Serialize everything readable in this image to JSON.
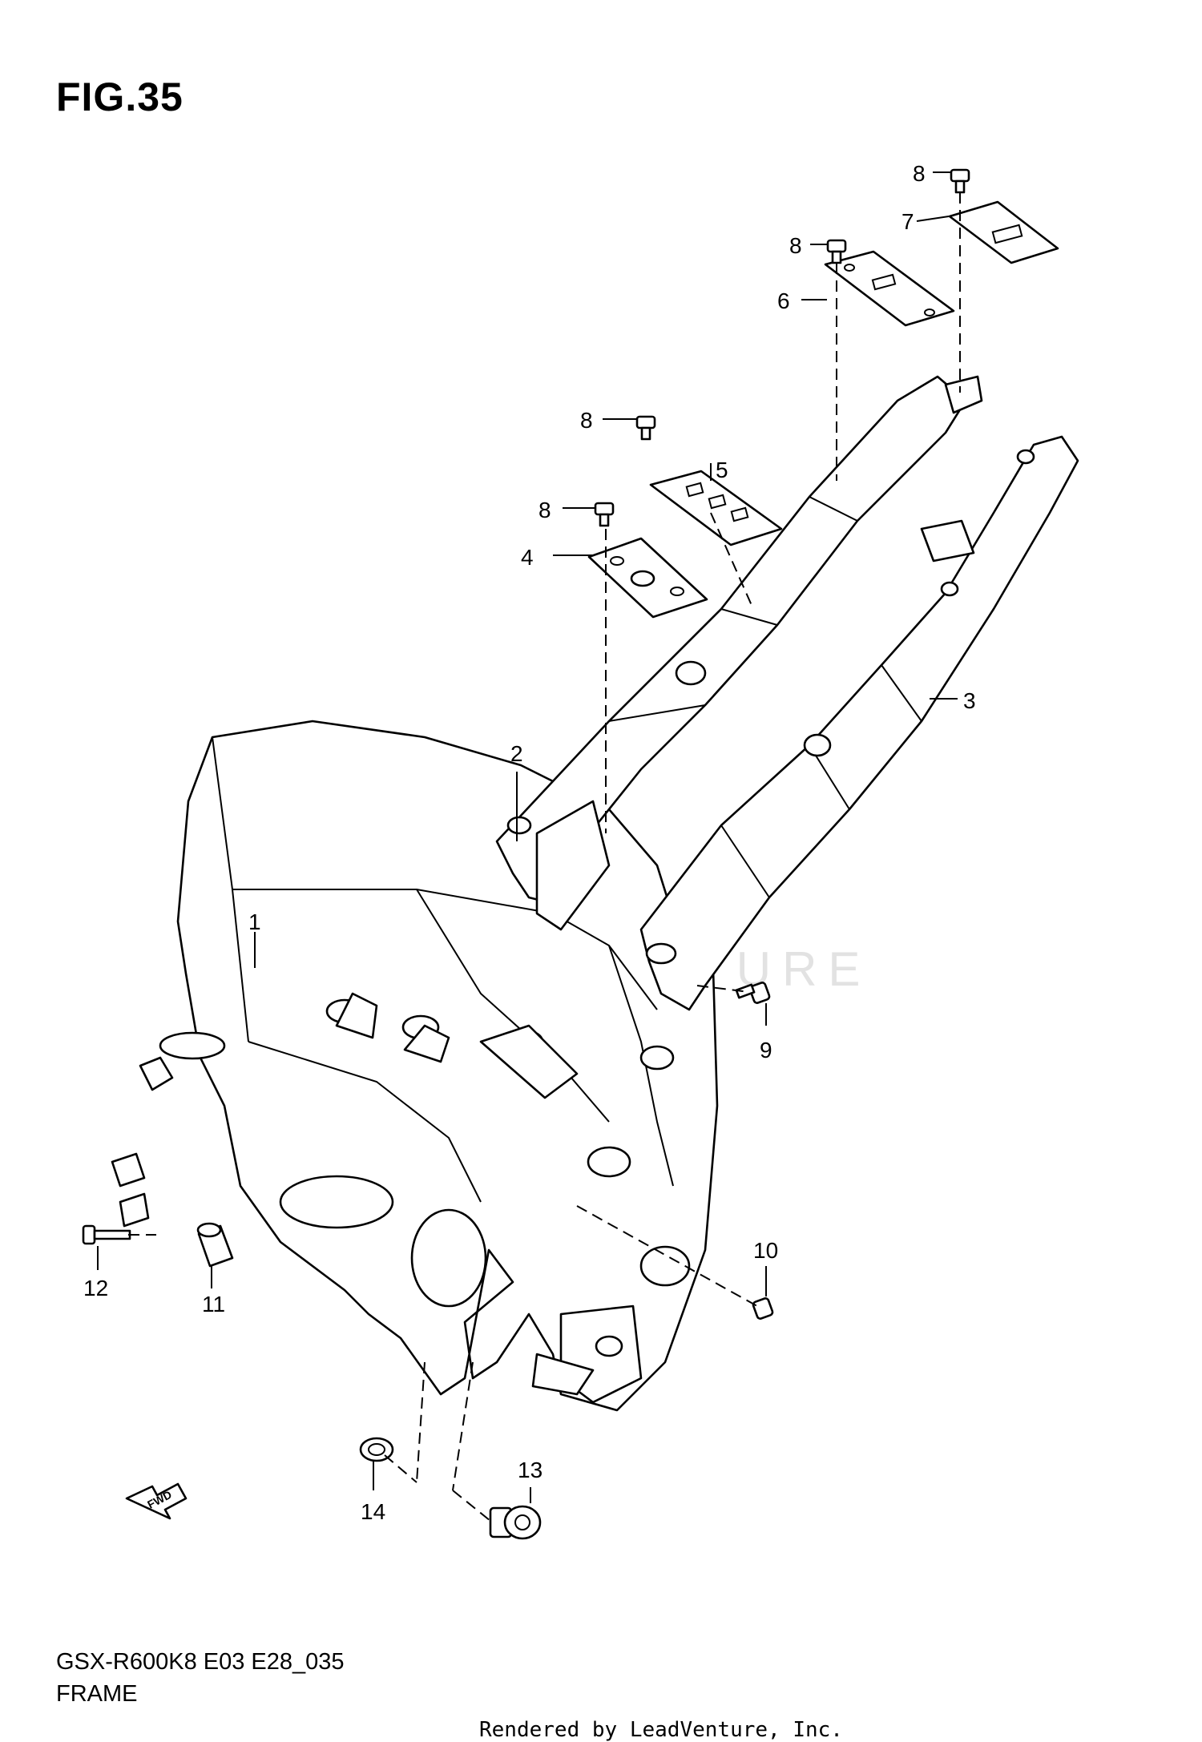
{
  "figure": {
    "title": "FIG.35",
    "model_code": "GSX-R600K8 E03 E28_035",
    "section_name": "FRAME",
    "credit": "Rendered by LeadVenture, Inc.",
    "watermark": "LEADVENTURE",
    "direction_arrow": "FWD"
  },
  "parts": [
    {
      "number": "1",
      "name": "frame"
    },
    {
      "number": "2",
      "name": "seat-rail-left"
    },
    {
      "number": "3",
      "name": "seat-rail-right"
    },
    {
      "number": "4",
      "name": "bracket-plate"
    },
    {
      "number": "5",
      "name": "bracket-plate"
    },
    {
      "number": "6",
      "name": "bracket-plate"
    },
    {
      "number": "7",
      "name": "bracket-plate"
    },
    {
      "number": "8",
      "name": "bolt"
    },
    {
      "number": "9",
      "name": "bolt"
    },
    {
      "number": "10",
      "name": "bolt"
    },
    {
      "number": "11",
      "name": "spacer"
    },
    {
      "number": "12",
      "name": "bolt"
    },
    {
      "number": "13",
      "name": "plug"
    },
    {
      "number": "14",
      "name": "grommet"
    }
  ],
  "colors": {
    "line": "#000000",
    "background": "#ffffff",
    "watermark": "#e2e2e2"
  }
}
